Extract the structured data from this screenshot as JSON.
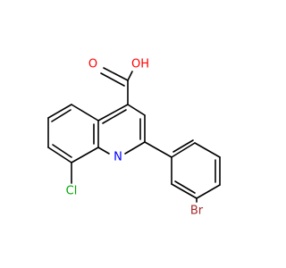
{
  "atoms": {
    "hydroxyl": {
      "text": "OH",
      "color": "#ff0000"
    },
    "carbonyl_oxygen": {
      "text": "O",
      "color": "#ff0000"
    },
    "ring_nitrogen": {
      "text": "N",
      "color": "#0000ff"
    },
    "chlorine": {
      "text": "Cl",
      "color": "#00aa00"
    },
    "bromine": {
      "text": "Br",
      "color": "#a52a2a"
    }
  },
  "colors": {
    "bond": "#000000",
    "background": "#ffffff"
  }
}
